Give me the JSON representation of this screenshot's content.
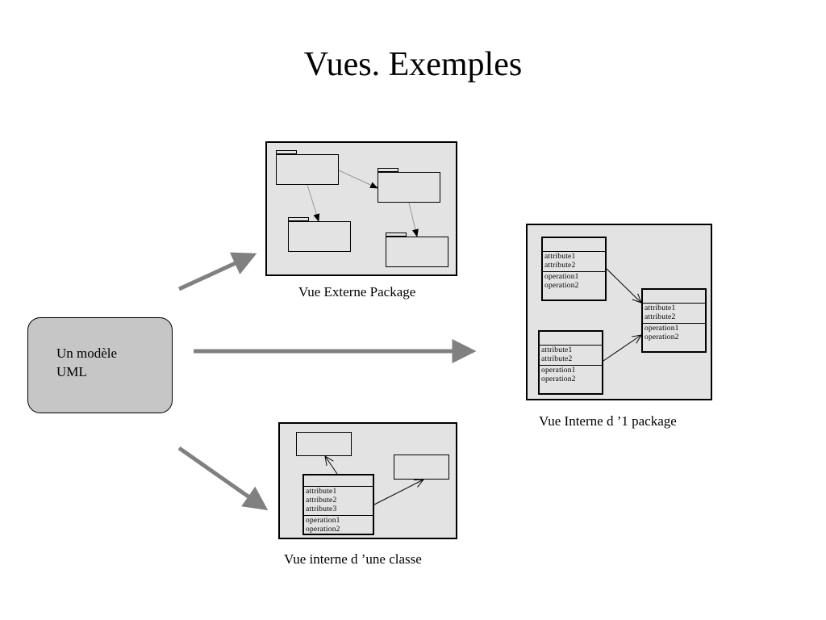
{
  "title": "Vues. Exemples",
  "model_box": {
    "line1": "Un modèle",
    "line2": "UML"
  },
  "captions": {
    "external_package": "Vue Externe Package",
    "internal_package": "Vue Interne d ’1 package",
    "internal_class": "Vue interne d ’une classe"
  },
  "class_labels": {
    "attribute1": "attribute1",
    "attribute2": "attribute2",
    "attribute3": "attribute3",
    "operation1": "operation1",
    "operation2": "operation2"
  },
  "colors": {
    "panel_fill": "#e3e3e3",
    "model_fill": "#c6c6c6",
    "arrow_gray": "#808080"
  }
}
